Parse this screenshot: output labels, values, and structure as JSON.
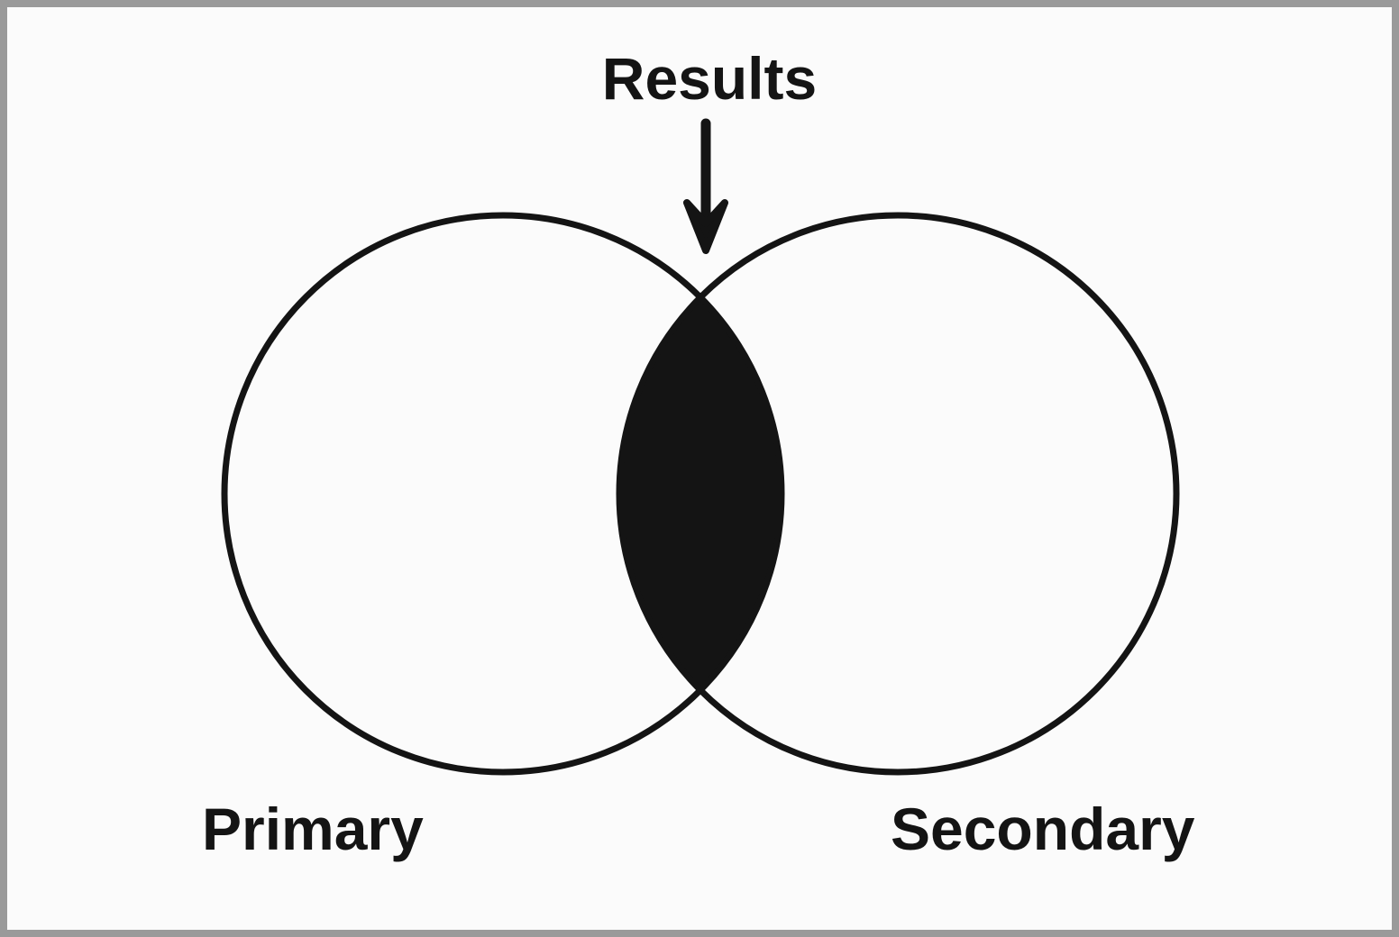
{
  "diagram": {
    "type": "venn",
    "title_label": "Results",
    "sets": [
      {
        "name": "Primary"
      },
      {
        "name": "Secondary"
      }
    ],
    "highlighted_region": "intersection",
    "colors": {
      "stroke": "#141414",
      "fill": "#141414",
      "background": "#fbfbfb",
      "frame": "#9a9a9a"
    }
  }
}
